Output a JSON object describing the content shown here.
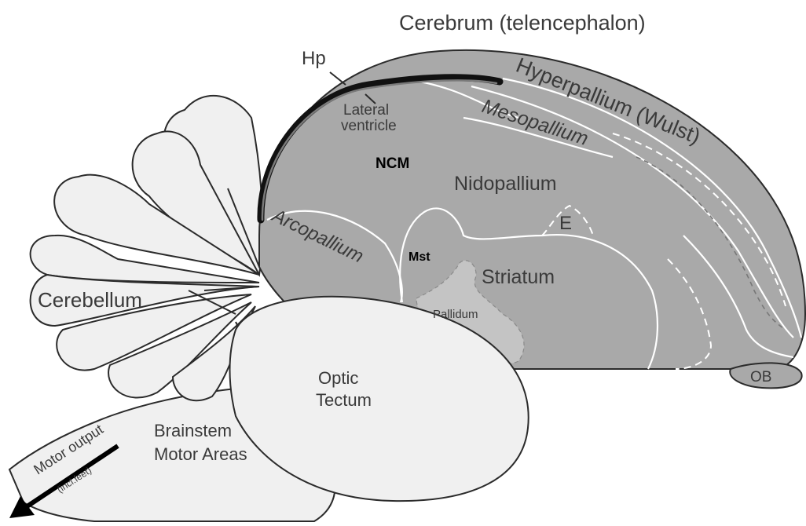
{
  "title": "Cerebrum (telencephalon)",
  "labels": {
    "hp": "Hp",
    "lateral_ventricle_line1": "Lateral",
    "lateral_ventricle_line2": "ventricle",
    "ncm": "NCM",
    "hyperpallium": "Hyperpallium (Wulst)",
    "mesopallium": "Mesopallium",
    "nidopallium": "Nidopallium",
    "e": "E",
    "arcopallium": "Arcopallium",
    "mst": "Mst",
    "striatum": "Striatum",
    "pallidum": "Pallidum",
    "ob": "OB",
    "cerebellum": "Cerebellum",
    "optic_tectum_line1": "Optic",
    "optic_tectum_line2": "Tectum",
    "brainstem_line1": "Brainstem",
    "brainstem_line2": "Motor Areas",
    "motor_output": "Motor output",
    "incl_feet": "(incl.feet)"
  },
  "colors": {
    "telencephalon_fill": "#a9a9a9",
    "light_fill": "#f0f0f0",
    "outline": "#2b2b2b",
    "white_line": "#ffffff",
    "ventricle": "#111111",
    "text": "#3a3a3a"
  }
}
